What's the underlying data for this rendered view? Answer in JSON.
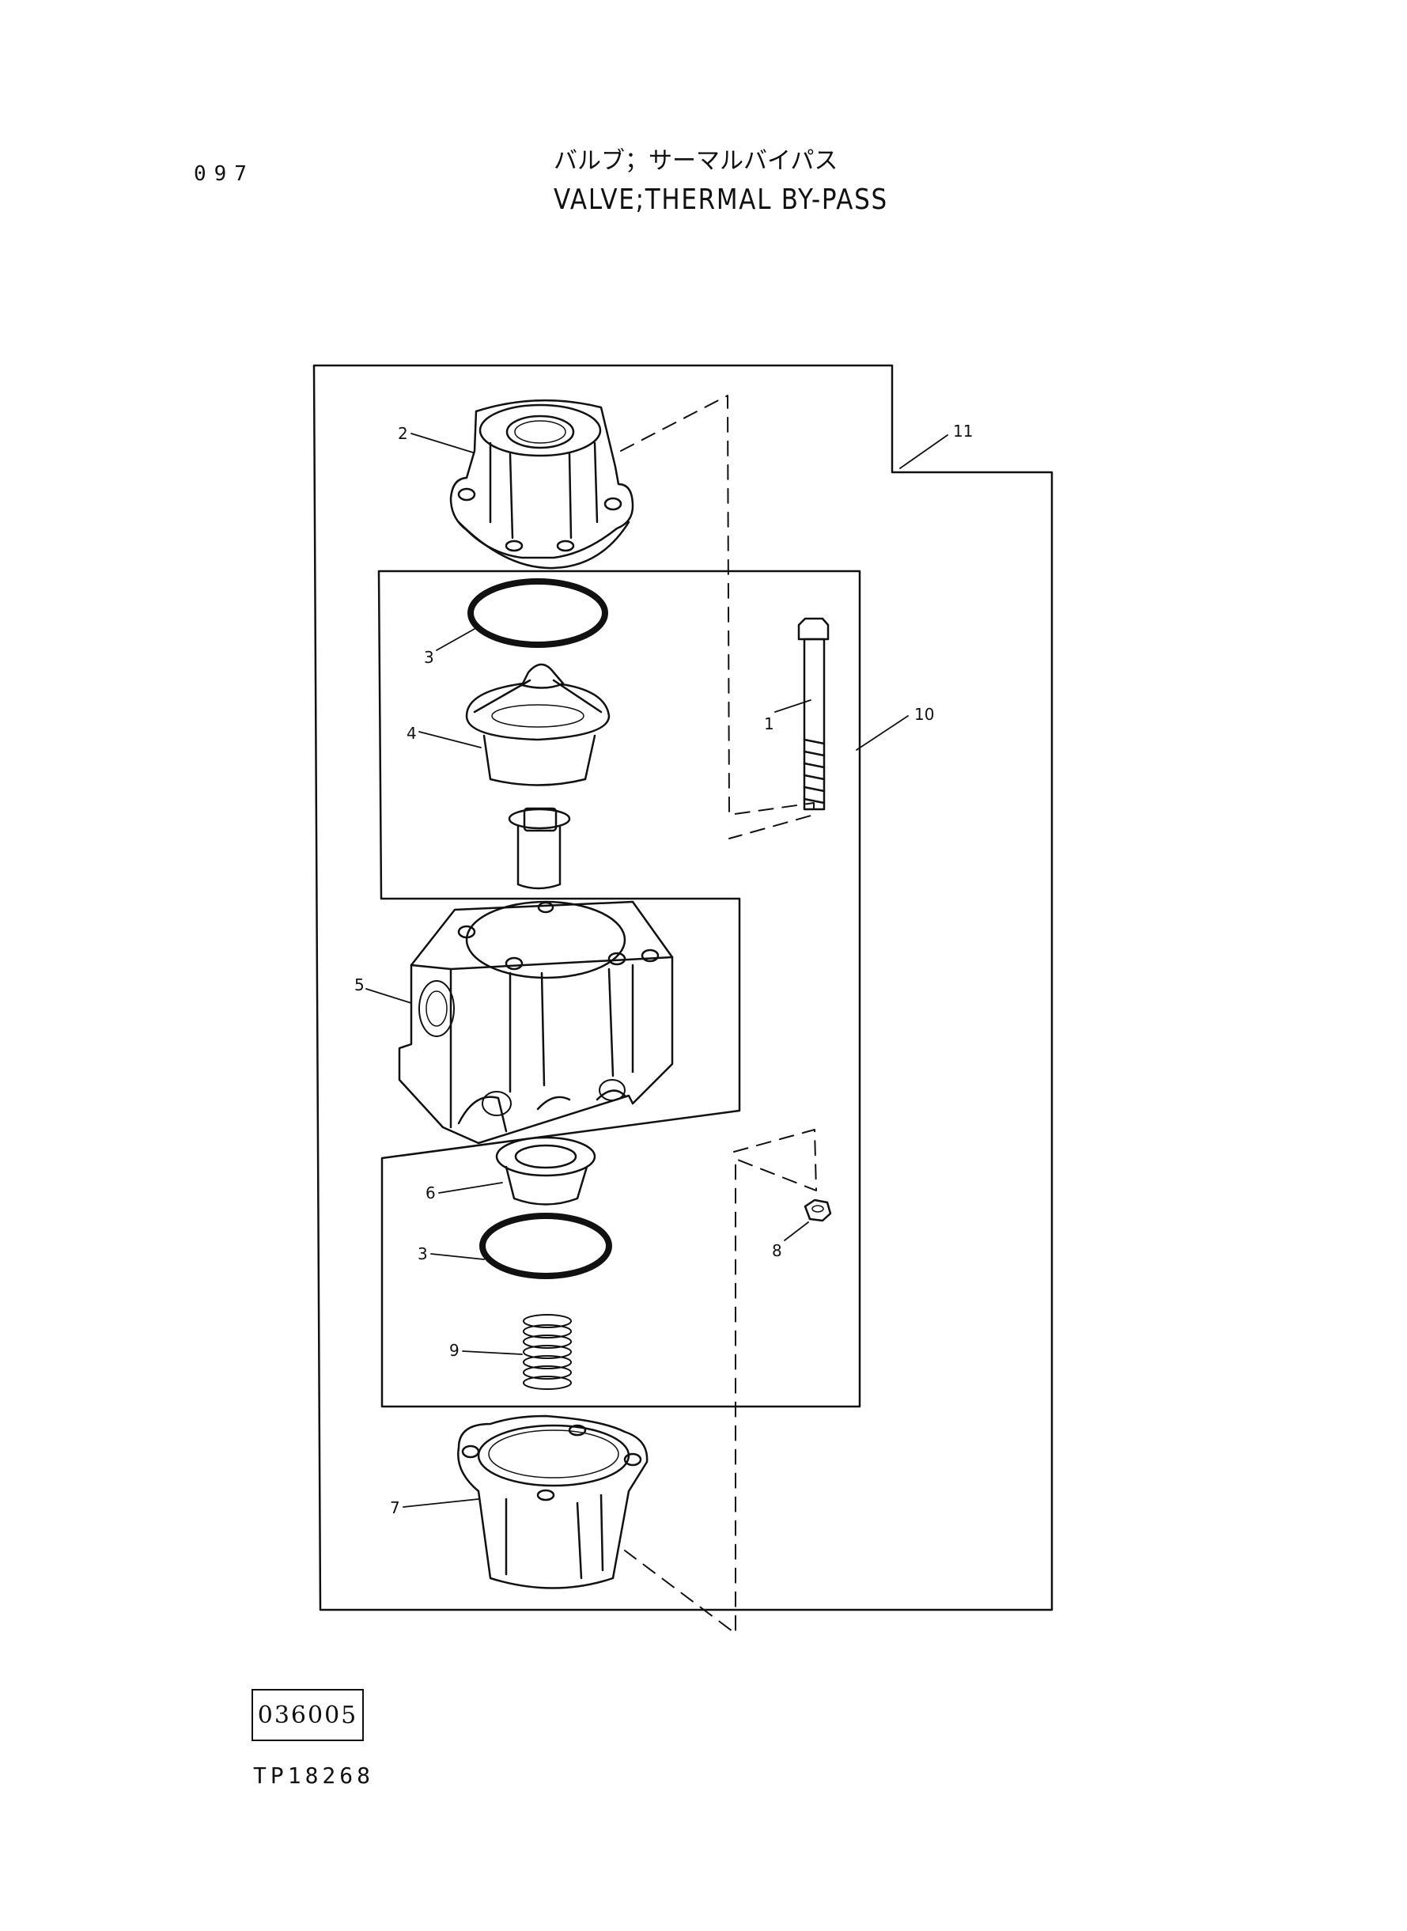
{
  "page": {
    "number": "097",
    "title_jp": "バルブ；サーマルバイパス",
    "title_en": "VALVE;THERMAL BY-PASS",
    "reference_code": "036005",
    "drawing_code": "TP18268"
  },
  "callouts": [
    {
      "id": "c1",
      "label": "1"
    },
    {
      "id": "c2",
      "label": "2"
    },
    {
      "id": "c3a",
      "label": "3"
    },
    {
      "id": "c3b",
      "label": "3"
    },
    {
      "id": "c4",
      "label": "4"
    },
    {
      "id": "c5",
      "label": "5"
    },
    {
      "id": "c6",
      "label": "6"
    },
    {
      "id": "c7",
      "label": "7"
    },
    {
      "id": "c8",
      "label": "8"
    },
    {
      "id": "c9",
      "label": "9"
    },
    {
      "id": "c10",
      "label": "10"
    },
    {
      "id": "c11",
      "label": "11"
    }
  ]
}
